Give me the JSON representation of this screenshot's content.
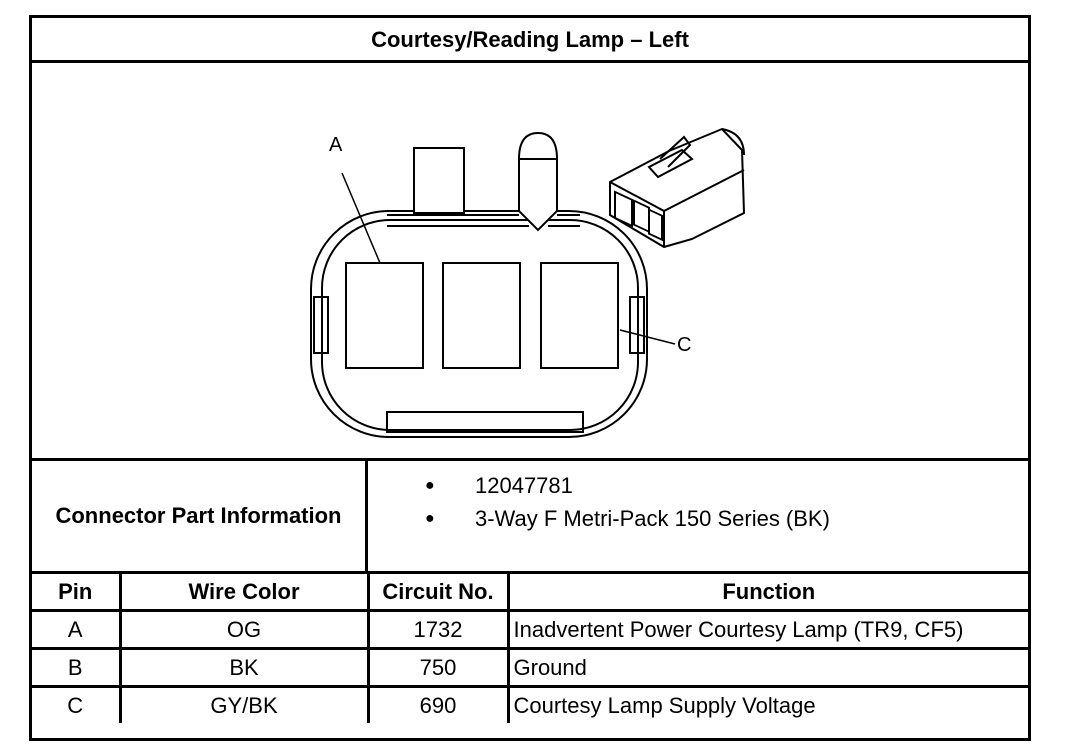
{
  "title": "Courtesy/Reading Lamp – Left",
  "diagram": {
    "callouts": {
      "pin_a": "A",
      "pin_c": "C"
    },
    "icons": [
      "connector-face-icon",
      "connector-isometric-icon"
    ]
  },
  "connector_info": {
    "label": "Connector Part Information",
    "items": [
      "12047781",
      "3-Way F Metri-Pack 150 Series (BK)"
    ]
  },
  "pin_table": {
    "headers": [
      "Pin",
      "Wire Color",
      "Circuit No.",
      "Function"
    ],
    "rows": [
      [
        "A",
        "OG",
        "1732",
        "Inadvertent Power Courtesy Lamp (TR9, CF5)"
      ],
      [
        "B",
        "BK",
        "750",
        "Ground"
      ],
      [
        "C",
        "GY/BK",
        "690",
        "Courtesy Lamp Supply Voltage"
      ]
    ]
  }
}
